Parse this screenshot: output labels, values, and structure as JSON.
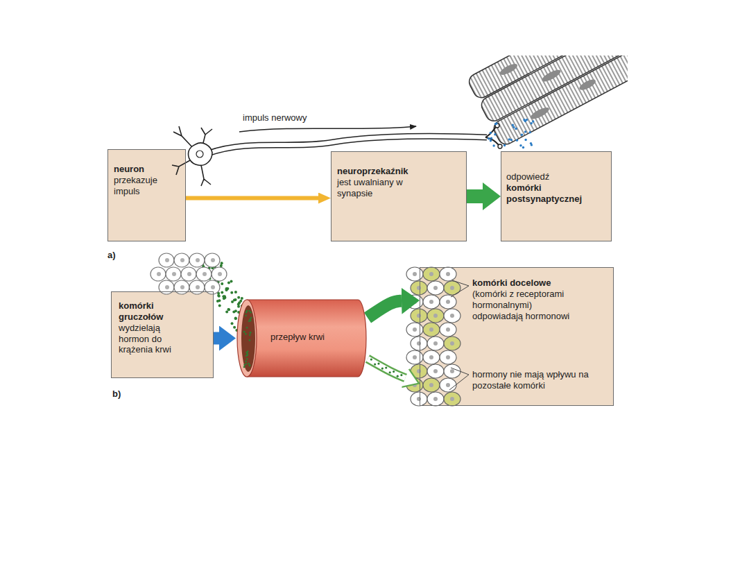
{
  "diagram": {
    "nodes": [
      {
        "text": [
          "neuron",
          "przekazuje impuls"
        ]
      },
      {
        "text": [
          "neuroprzekaźnik",
          "jest uwalniany w synapsie"
        ]
      },
      {
        "text": [
          "odpowiedź",
          "komórki postsynaptycznej"
        ]
      },
      {
        "text": [
          "komórki gruczołów",
          "wydzielają hormon do krążenia krwi"
        ]
      },
      {
        "text": [
          "przepływ krwi"
        ]
      },
      {
        "text": [
          "komórki docelowe",
          "(komórki z receptorami hormonalnymi) odpowiadają hormonowi",
          "hormony nie mają wpływu na pozostałe komórki"
        ]
      }
    ],
    "edges": [
      {
        "from": 0,
        "to": 1,
        "arrow": "to"
      },
      {
        "from": 1,
        "to": 2,
        "arrow": "to"
      },
      {
        "from": 3,
        "to": 4,
        "arrow": "to"
      },
      {
        "from": 4,
        "to": 5,
        "arrow": "to"
      },
      {
        "from": 4,
        "to": 5,
        "arrow": "to"
      }
    ],
    "labels": [
      "impuls nerwowy",
      "a)",
      "b)"
    ]
  }
}
